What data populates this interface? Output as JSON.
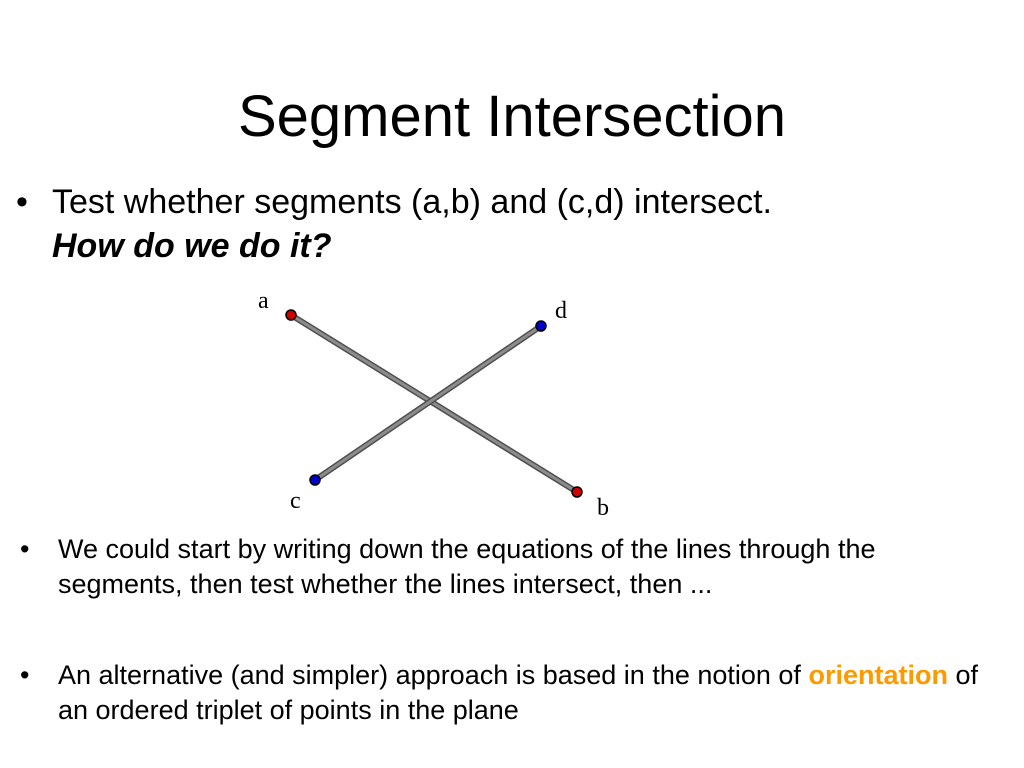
{
  "title": "Segment Intersection",
  "bullets": [
    {
      "text": "Test whether segments (a,b) and (c,d) intersect.",
      "question": "How do we do it?"
    },
    {
      "text": "We could start by writing down the equations of the lines through the segments, then test whether the lines intersect, then ..."
    },
    {
      "pre": "An alternative (and simpler) approach is based in the notion of",
      "highlight": "orientation",
      "post": "of an ordered triplet of points in the plane"
    }
  ],
  "diagram": {
    "labels": {
      "a": "a",
      "b": "b",
      "c": "c",
      "d": "d"
    },
    "segment_color": "#808080",
    "point_colors": {
      "ab": "#d00000",
      "cd": "#0000cc"
    }
  },
  "colors": {
    "highlight": "#ff9900"
  }
}
